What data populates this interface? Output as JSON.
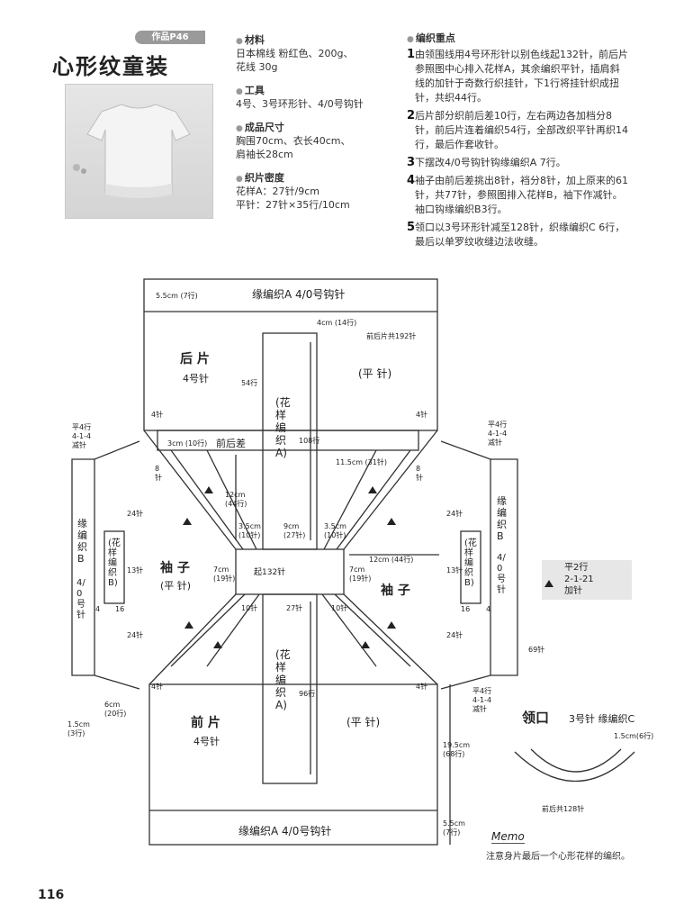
{
  "header": {
    "work_tag": "作品P46",
    "title": "心形纹童装"
  },
  "specs": [
    {
      "heading": "材料",
      "text": "日本棉线  粉红色、200g、\n花线  30g"
    },
    {
      "heading": "工具",
      "text": "4号、3号环形针、4/0号钩针"
    },
    {
      "heading": "成品尺寸",
      "text": "胸围70cm、衣长40cm、\n肩袖长28cm"
    },
    {
      "heading": "织片密度",
      "text": "花样A：27针/9cm\n平针：27针×35行/10cm"
    }
  ],
  "points": {
    "heading": "编织重点",
    "items": [
      {
        "num": "1",
        "text": "由领围线用4号环形针以别色线起132针，前后片\n参照图中心排入花样A，其余编织平针，插肩斜\n线的加针于奇数行织挂针，下1行将挂针织成扭\n针，共织44行。"
      },
      {
        "num": "2",
        "text": "后片部分织前后差10行，左右两边各加档分8\n针，前后片连着编织54行，全部改织平针再织14\n行，最后作套收针。"
      },
      {
        "num": "3",
        "text": "下摆改4/0号钩针钩缘编织A 7行。"
      },
      {
        "num": "4",
        "text": "袖子由前后差挑出8针，裆分8针，加上原来的61\n针，共77针，参照图排入花样B，袖下作减针。\n袖口钩缘编织B3行。"
      },
      {
        "num": "5",
        "text": "领口以3号环形针减至128针，织缘编织C 6行，\n最后以单罗纹收缝边法收缝。"
      }
    ]
  },
  "diagram": {
    "top_band": "缘编织A  4/0号钩针",
    "bottom_band": "缘编织A  4/0号钩针",
    "back_label": "后 片",
    "back_needle": "4号针",
    "front_label": "前 片",
    "front_needle": "4号针",
    "plain_top": "(平 针)",
    "plain_bottom": "(平 针)",
    "pattern_a": "(花样编织A)",
    "sleeve_label": "袖 子",
    "sleeve_plain": "(平 针)",
    "sleeve_right": "袖 子",
    "pattern_b": "(花样编织B)",
    "sleeve_band": "缘编织B",
    "sleeve_hook": "4/0号针",
    "qianhoucha": "前后差",
    "cast_on": "起132针",
    "m_55_7": "5.5cm (7行)",
    "m_4_14": "4cm (14行)",
    "m_back192": "前后片共192针",
    "m_54": "54行",
    "m_108": "108行",
    "m_3_10": "3cm (10行)",
    "m_115_31": "11.5cm (31针)",
    "m_12_44": "12cm (44行)",
    "m_12_44r": "12cm (44行)",
    "m_9_27": "9cm (27针)",
    "m_35_10": "3.5cm (10针)",
    "m_7_19": "7cm (19针)",
    "m_27": "27针",
    "m_10": "10针",
    "m_96": "96行",
    "m_24": "24针",
    "m_13": "13针",
    "m_4": "4",
    "m_16": "16",
    "m_8": "8针",
    "m_4zhen": "4针",
    "dec": "平4行\n4-1-4\n减针",
    "m_6_20": "6cm (20行)",
    "m_15_3": "1.5cm (3行)",
    "m_195_68": "19.5cm (68行)",
    "m_55_7b": "5.5cm (7行)",
    "m_69": "69针",
    "inc_legend": "平2行\n2-1-21\n加针",
    "neck_title": "领口",
    "neck_sub": "3号针 缘编织C",
    "neck_15_6": "1.5cm(6行)",
    "neck_128": "前后共128针"
  },
  "memo": {
    "heading": "Memo",
    "text": "注意身片最后一个心形花样的编织。"
  },
  "page_number": "116"
}
